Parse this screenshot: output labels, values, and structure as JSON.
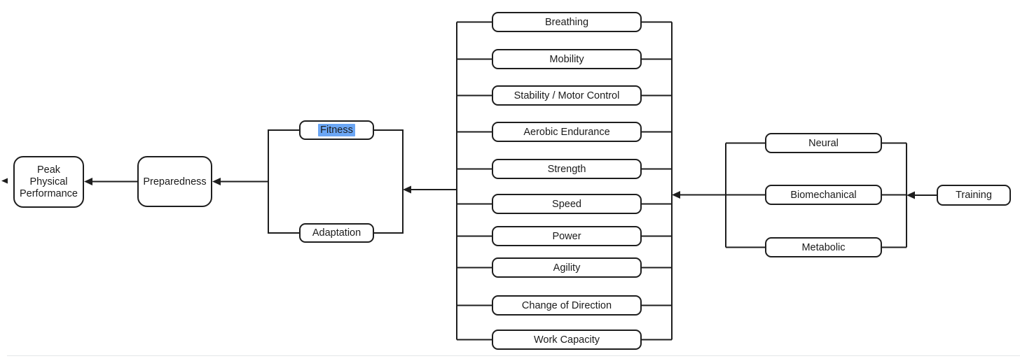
{
  "diagram": {
    "nodes": {
      "peak": [
        "Peak",
        "Physical",
        "Performance"
      ],
      "preparedness": "Preparedness",
      "fitness": "Fitness",
      "adaptation": "Adaptation",
      "qualities": [
        "Breathing",
        "Mobility",
        "Stability / Motor Control",
        "Aerobic Endurance",
        "Strength",
        "Speed",
        "Power",
        "Agility",
        "Change of Direction",
        "Work Capacity"
      ],
      "stimuli": [
        "Neural",
        "Biomechanical",
        "Metabolic"
      ],
      "training": "Training"
    },
    "edges": [
      {
        "from": "Training",
        "to": "Neural | Biomechanical | Metabolic"
      },
      {
        "from": "Neural | Biomechanical | Metabolic",
        "to": "Breathing ... Work Capacity (qualities group)"
      },
      {
        "from": "Breathing ... Work Capacity (qualities group)",
        "to": "Fitness | Adaptation"
      },
      {
        "from": "Fitness | Adaptation",
        "to": "Preparedness"
      },
      {
        "from": "Preparedness",
        "to": "Peak Physical Performance"
      }
    ],
    "selection": {
      "selected_text": "Fitness"
    },
    "colors": {
      "line": "#1e1e1e",
      "text": "#1b1b1b",
      "box_fill": "#ffffff",
      "selection_blue": "#6BA6F4",
      "divider": "#e3e6e8"
    }
  }
}
